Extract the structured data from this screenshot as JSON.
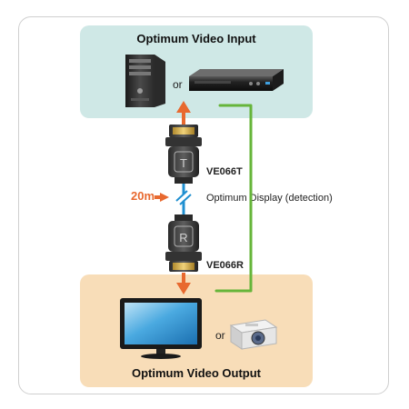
{
  "input_panel": {
    "title": "Optimum Video Input",
    "or_label": "or"
  },
  "output_panel": {
    "title": "Optimum Video Output",
    "or_label": "or"
  },
  "transmitter": {
    "model": "VE066T",
    "badge": "T"
  },
  "receiver": {
    "model": "VE066R",
    "badge": "R"
  },
  "cable": {
    "distance": "20m",
    "detection_label": "Optimum Display (detection)"
  },
  "colors": {
    "input_bg": "#cfe8e6",
    "output_bg": "#f8ddb8",
    "signal_arrow": "#e8692f",
    "detection_line": "#66b53a",
    "cable_break": "#1f8fd0"
  },
  "icons": [
    "pc-tower-icon",
    "dvd-player-icon",
    "monitor-icon",
    "projector-icon",
    "connector-icon",
    "arrow-up-icon",
    "arrow-down-icon",
    "arrow-right-icon"
  ]
}
